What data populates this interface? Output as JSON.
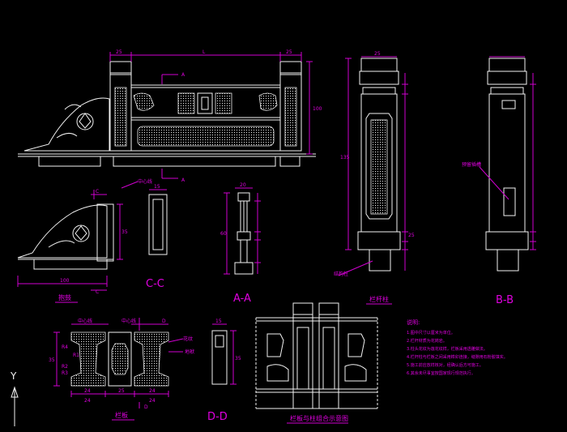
{
  "drawing": {
    "background": "#000000",
    "line_color": "#f2f2f2",
    "dim_color": "#d000d0"
  },
  "elevation": {
    "span_label": "L",
    "section_mark": "A",
    "dim_end": "25",
    "dim_height": "100"
  },
  "views": {
    "fugu_label": "抱鼓",
    "cc_label": "C-C",
    "aa_label": "A-A",
    "post_elev_label": "栏杆柱",
    "bb_label": "B-B",
    "dd_label": "D-D",
    "railboard_label": "栏板",
    "combo_label": "栏板与柱组合示意图"
  },
  "dims": {
    "fugu_width": "100",
    "fugu_height": "35",
    "cc_width": "15",
    "aa_width": "20",
    "aa_height": "60",
    "post_top": "25",
    "post_height": "135",
    "post_base": "25",
    "rb_24a": "24",
    "rb_24b": "24",
    "rb_24c": "24",
    "rb_24d": "24",
    "rb_25": "25",
    "rb_35": "35",
    "dd_width": "15",
    "dd_height": "35"
  },
  "callouts": {
    "c1": "C",
    "c2": "C",
    "d1": "D",
    "d2": "D",
    "fugu_note": "中心线",
    "post_note": "结构柱",
    "bb_note": "预留插槽",
    "rb_note1": "中心线",
    "rb_note2": "中心线",
    "rb_note3": "花纹",
    "rb_note4": "地袱",
    "r1": "R1",
    "r2": "R2",
    "r3": "R3",
    "r4": "R4"
  },
  "notes": {
    "title": "说明:",
    "lines": [
      "1.图中尺寸以厘米为单位。",
      "2.栏杆材质为花岗岩。",
      "3.柱头花纹为莲花纹样，栏板采用透雕做法。",
      "4.栏杆柱与栏板之间采用榫卯连接，缝隙用石粉胶填实。",
      "5.施工前应放样核对，经确认后方可施工。",
      "6.其余未尽事宜按国家现行规范执行。"
    ]
  },
  "axis": {
    "y_label": "Y"
  }
}
